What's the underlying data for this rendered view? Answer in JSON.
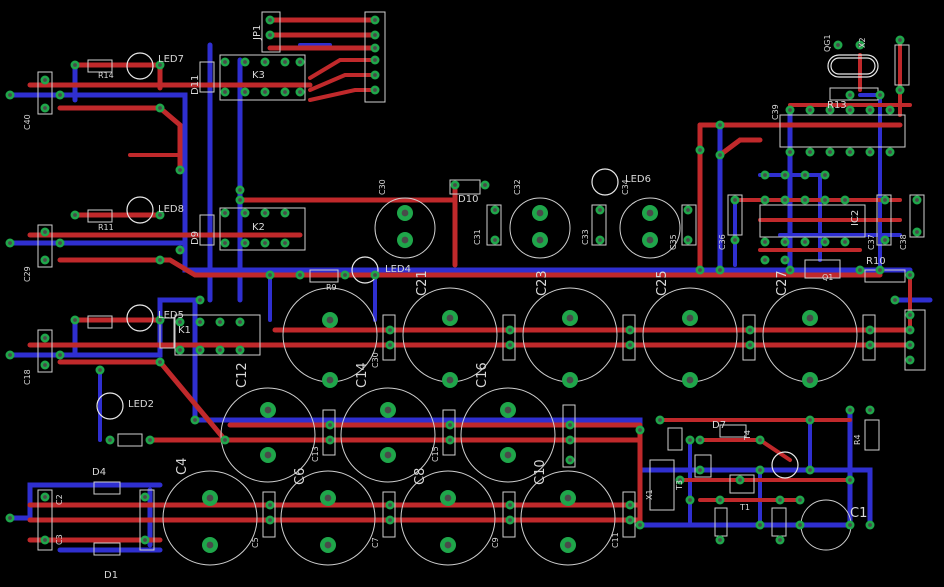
{
  "board": {
    "background": "#000000",
    "colors": {
      "top_copper": "#c0292b",
      "bottom_copper": "#2f2fd0",
      "pad": "#1fa64a",
      "drill": "#4a4a4a",
      "silkscreen": "#d8d8d8",
      "via": "#c8c834"
    }
  },
  "labels": {
    "C1": "C1",
    "C2": "C2",
    "C3": "C3",
    "C4": "C4",
    "C5": "C5",
    "C6": "C6",
    "C7": "C7",
    "C8": "C8",
    "C9": "C9",
    "C10": "C10",
    "C11": "C11",
    "C12": "C12",
    "C13": "C13",
    "C14": "C14",
    "C15": "C15",
    "C16": "C16",
    "C18": "C18",
    "C21": "C21",
    "C23": "C23",
    "C25": "C25",
    "C27": "C27",
    "C29": "C29",
    "C30": "C30",
    "C31": "C31",
    "C32": "C32",
    "C33": "C33",
    "C34": "C34",
    "C35": "C35",
    "C36": "C36",
    "C37": "C37",
    "C38": "C38",
    "C39": "C39",
    "C40": "C40",
    "LED2": "LED2",
    "LED4": "LED4",
    "LED5": "LED5",
    "LED6": "LED6",
    "LED7": "LED7",
    "LED8": "LED8",
    "K1": "K1",
    "K2": "K2",
    "K3": "K3",
    "D1": "D1",
    "D4": "D4",
    "D7": "D7",
    "D9": "D9",
    "D10": "D10",
    "D11": "D11",
    "IC2": "IC2",
    "R9": "R9",
    "R10": "R10",
    "R11": "R11",
    "R13": "R13",
    "R14": "R14",
    "JP1": "JP1",
    "X2": "X2",
    "T1": "T1",
    "T3": "T3",
    "T4": "T4",
    "QG1": "QG1",
    "X1": "X1",
    "R4": "R4",
    "Q1": "Q1"
  }
}
